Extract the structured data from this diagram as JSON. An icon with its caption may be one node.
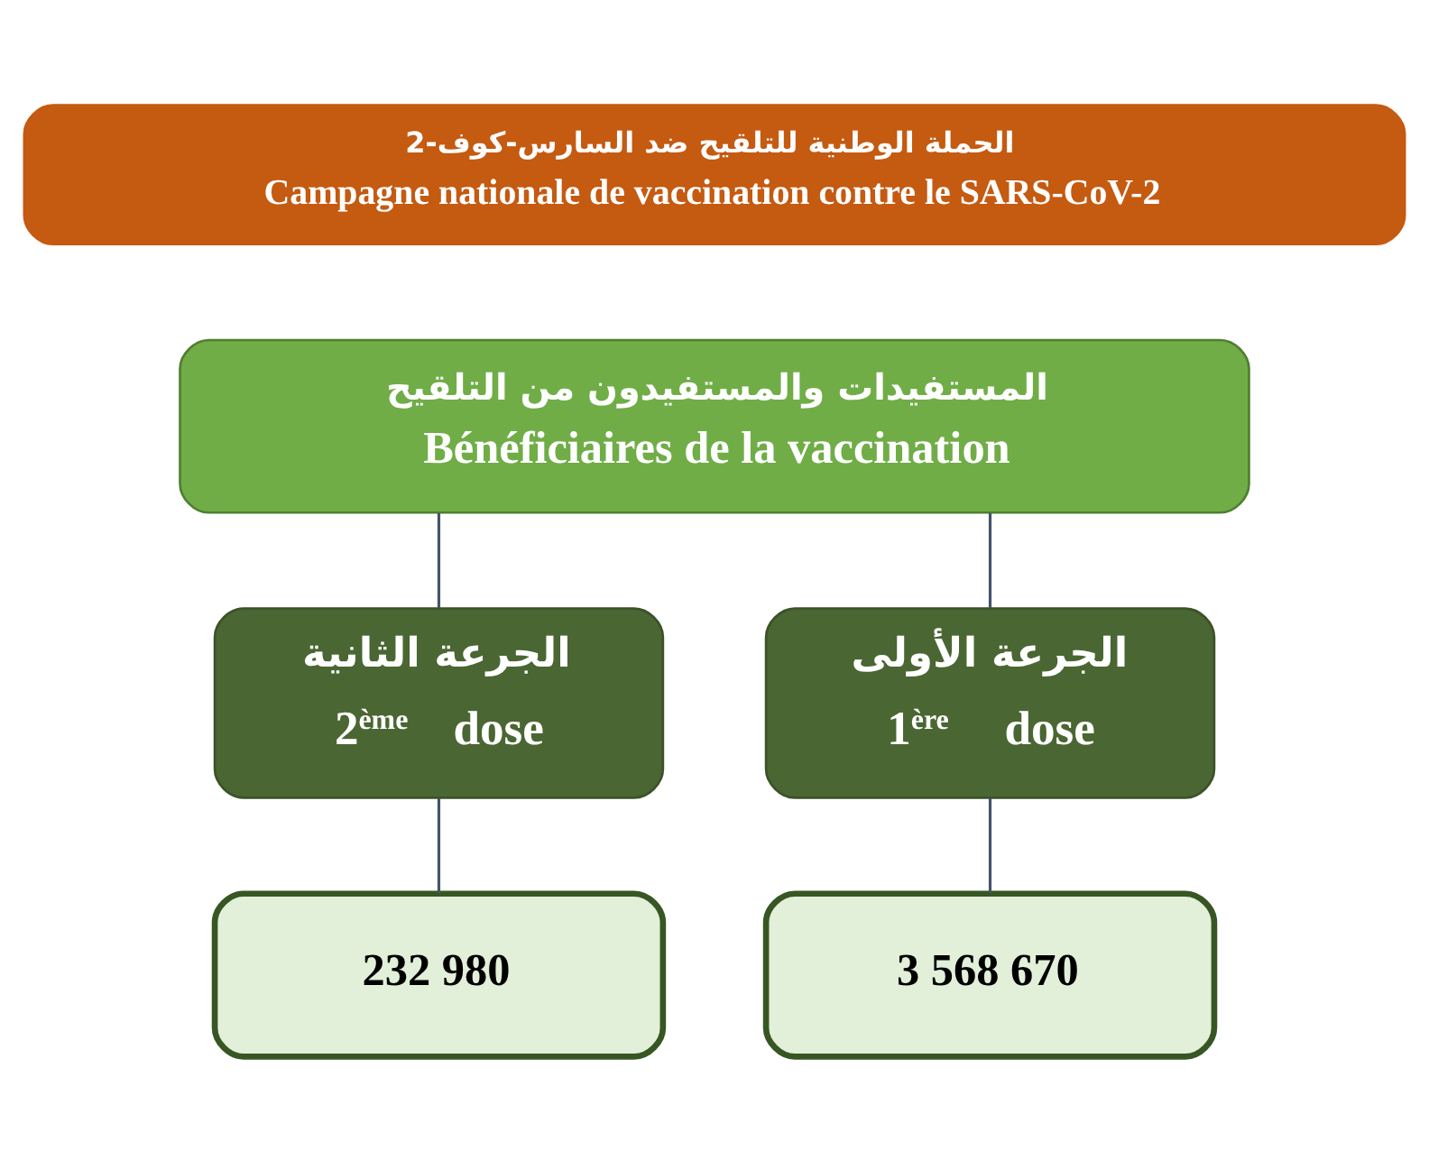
{
  "diagram": {
    "nodes": [
      {
        "text": [
          "الحملة الوطنية للتلقيح ضد السارس-كوف-2",
          "Campagne nationale de vaccination contre le SARS-CoV-2"
        ]
      },
      {
        "text": [
          "المستفيدات والمستفيدون من التلقيح",
          "Bénéficiaires de la vaccination"
        ]
      },
      {
        "text": [
          "الجرعة الثانية",
          "2$^{ème}$ dose"
        ]
      },
      {
        "text": [
          "الجرعة الأولى",
          "1$^{ère}$ dose"
        ]
      },
      {
        "text": [
          "232 980"
        ]
      },
      {
        "text": [
          "3 568 670"
        ]
      }
    ],
    "edges": [
      {
        "from": 1,
        "to": 2,
        "arrow": "none"
      },
      {
        "from": 1,
        "to": 3,
        "arrow": "none"
      },
      {
        "from": 2,
        "to": 4,
        "arrow": "none"
      },
      {
        "from": 3,
        "to": 5,
        "arrow": "none"
      }
    ]
  }
}
